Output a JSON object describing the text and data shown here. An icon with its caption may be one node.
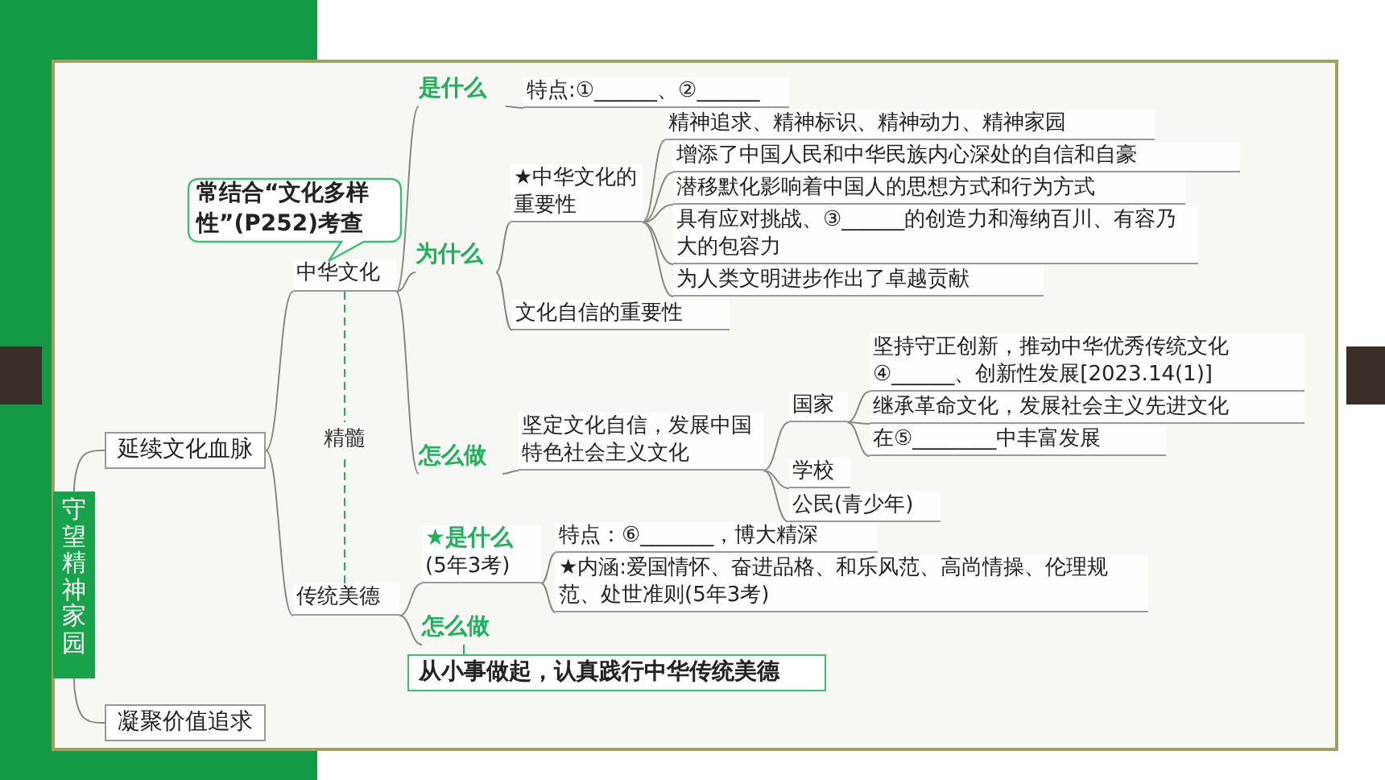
{
  "diagram": {
    "nodes": [
      {
        "text": [
          "守望精神家园"
        ]
      },
      {
        "text": [
          "延续文化血脉"
        ]
      },
      {
        "text": [
          "凝聚价值追求"
        ]
      },
      {
        "text": [
          "中华文化"
        ]
      },
      {
        "text": [
          "传统美德"
        ]
      },
      {
        "text": [
          "是什么"
        ]
      },
      {
        "text": [
          "特点:①______、②______"
        ]
      },
      {
        "text": [
          "为什么"
        ]
      },
      {
        "text": [
          "★中华文化的重要性"
        ]
      },
      {
        "text": [
          "精神追求、精神标识、精神动力、精神家园"
        ]
      },
      {
        "text": [
          "增添了中国人民和中华民族内心深处的自信和自豪"
        ]
      },
      {
        "text": [
          "潜移默化影响着中国人的思想方式和行为方式"
        ]
      },
      {
        "text": [
          "具有应对挑战、③______的创造力和海纳百川、有容乃大的包容力"
        ]
      },
      {
        "text": [
          "为人类文明进步作出了卓越贡献"
        ]
      },
      {
        "text": [
          "文化自信的重要性"
        ]
      },
      {
        "text": [
          "怎么做"
        ]
      },
      {
        "text": [
          "坚定文化自信，发展中国特色社会主义文化"
        ]
      },
      {
        "text": [
          "国家"
        ]
      },
      {
        "text": [
          "坚持守正创新，推动中华优秀传统文化④______、创新性发展[2023.14(1)]"
        ]
      },
      {
        "text": [
          "继承革命文化，发展社会主义先进文化"
        ]
      },
      {
        "text": [
          "在⑤________中丰富发展"
        ]
      },
      {
        "text": [
          "学校"
        ]
      },
      {
        "text": [
          "公民(青少年)"
        ]
      },
      {
        "text": [
          "★是什么",
          "(5年3考)"
        ]
      },
      {
        "text": [
          "特点：⑥_______，博大精深"
        ]
      },
      {
        "text": [
          "★内涵:爱国情怀、奋进品格、和乐风范、高尚情操、伦理规范、处世准则(5年3考)"
        ]
      },
      {
        "text": [
          "怎么做"
        ]
      },
      {
        "text": [
          "从小事做起，认真践行中华传统美德"
        ]
      },
      {
        "text": [
          "常结合“文化多样性”(P252)考查"
        ]
      }
    ],
    "edges": [
      {
        "from": 0,
        "to": 1,
        "arrow": "none"
      },
      {
        "from": 0,
        "to": 2,
        "arrow": "none"
      },
      {
        "from": 1,
        "to": 3,
        "arrow": "none"
      },
      {
        "from": 1,
        "to": 4,
        "arrow": "none"
      },
      {
        "from": 3,
        "to": 4,
        "arrow": "none",
        "label": "精髓",
        "style": "dashed",
        "color": "#1db35a"
      },
      {
        "from": 3,
        "to": 5,
        "arrow": "none"
      },
      {
        "from": 5,
        "to": 6,
        "arrow": "none"
      },
      {
        "from": 3,
        "to": 7,
        "arrow": "none"
      },
      {
        "from": 7,
        "to": 8,
        "arrow": "none"
      },
      {
        "from": 8,
        "to": 9,
        "arrow": "none"
      },
      {
        "from": 8,
        "to": 10,
        "arrow": "none"
      },
      {
        "from": 8,
        "to": 11,
        "arrow": "none"
      },
      {
        "from": 8,
        "to": 12,
        "arrow": "none"
      },
      {
        "from": 8,
        "to": 13,
        "arrow": "none"
      },
      {
        "from": 7,
        "to": 14,
        "arrow": "none"
      },
      {
        "from": 3,
        "to": 15,
        "arrow": "none"
      },
      {
        "from": 15,
        "to": 16,
        "arrow": "none"
      },
      {
        "from": 16,
        "to": 17,
        "arrow": "none"
      },
      {
        "from": 17,
        "to": 18,
        "arrow": "none"
      },
      {
        "from": 17,
        "to": 19,
        "arrow": "none"
      },
      {
        "from": 17,
        "to": 20,
        "arrow": "none"
      },
      {
        "from": 16,
        "to": 21,
        "arrow": "none"
      },
      {
        "from": 16,
        "to": 22,
        "arrow": "none"
      },
      {
        "from": 4,
        "to": 23,
        "arrow": "none"
      },
      {
        "from": 23,
        "to": 24,
        "arrow": "none"
      },
      {
        "from": 23,
        "to": 25,
        "arrow": "none"
      },
      {
        "from": 4,
        "to": 26,
        "arrow": "none"
      },
      {
        "from": 26,
        "to": 27,
        "arrow": "none",
        "color": "#1db35a"
      }
    ]
  }
}
